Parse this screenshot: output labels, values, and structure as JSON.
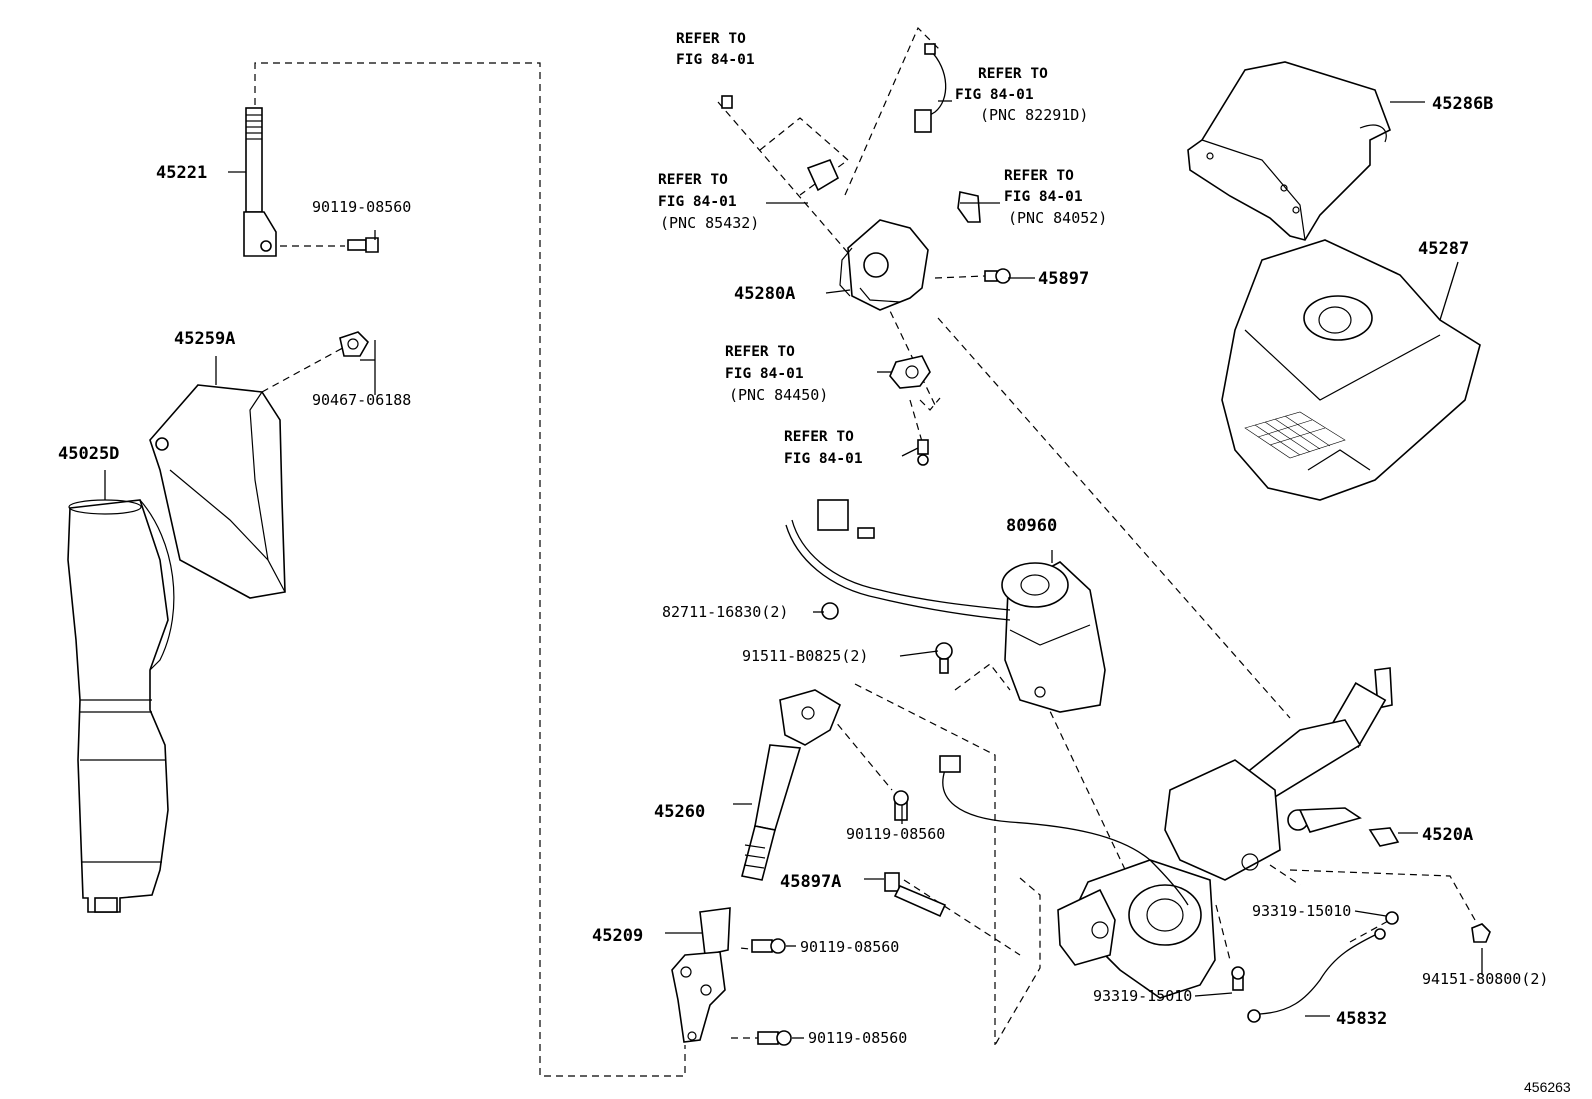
{
  "diagram": {
    "illustration_number": "456263",
    "parts": {
      "p45221": "45221",
      "p90119a": "90119-08560",
      "p45259A": "45259A",
      "p90467": "90467-06188",
      "p45025D": "45025D",
      "p45280A": "45280A",
      "p45897": "45897",
      "p45286B": "45286B",
      "p45287": "45287",
      "p80960": "80960",
      "p82711": "82711-16830(2)",
      "p91511": "91511-B0825(2)",
      "p45260": "45260",
      "p90119b": "90119-08560",
      "p45897A": "45897A",
      "p45209": "45209",
      "p90119c": "90119-08560",
      "p90119d": "90119-08560",
      "p4520A": "4520A",
      "p93319a": "93319-15010",
      "p93319b": "93319-15010",
      "p94151": "94151-80800(2)",
      "p45832": "45832"
    },
    "references": {
      "r1_l1": "REFER TO",
      "r1_l2": "FIG 84-01",
      "r2_l1": "REFER TO",
      "r2_l2": "FIG 84-01",
      "r2_l3": "(PNC 82291D)",
      "r3_l1": "REFER TO",
      "r3_l2": "FIG 84-01",
      "r3_l3": "(PNC 85432)",
      "r4_l1": "REFER TO",
      "r4_l2": "FIG 84-01",
      "r4_l3": "(PNC 84052)",
      "r5_l1": "REFER TO",
      "r5_l2": "FIG 84-01",
      "r5_l3": "(PNC 84450)",
      "r6_l1": "REFER TO",
      "r6_l2": "FIG 84-01"
    }
  }
}
